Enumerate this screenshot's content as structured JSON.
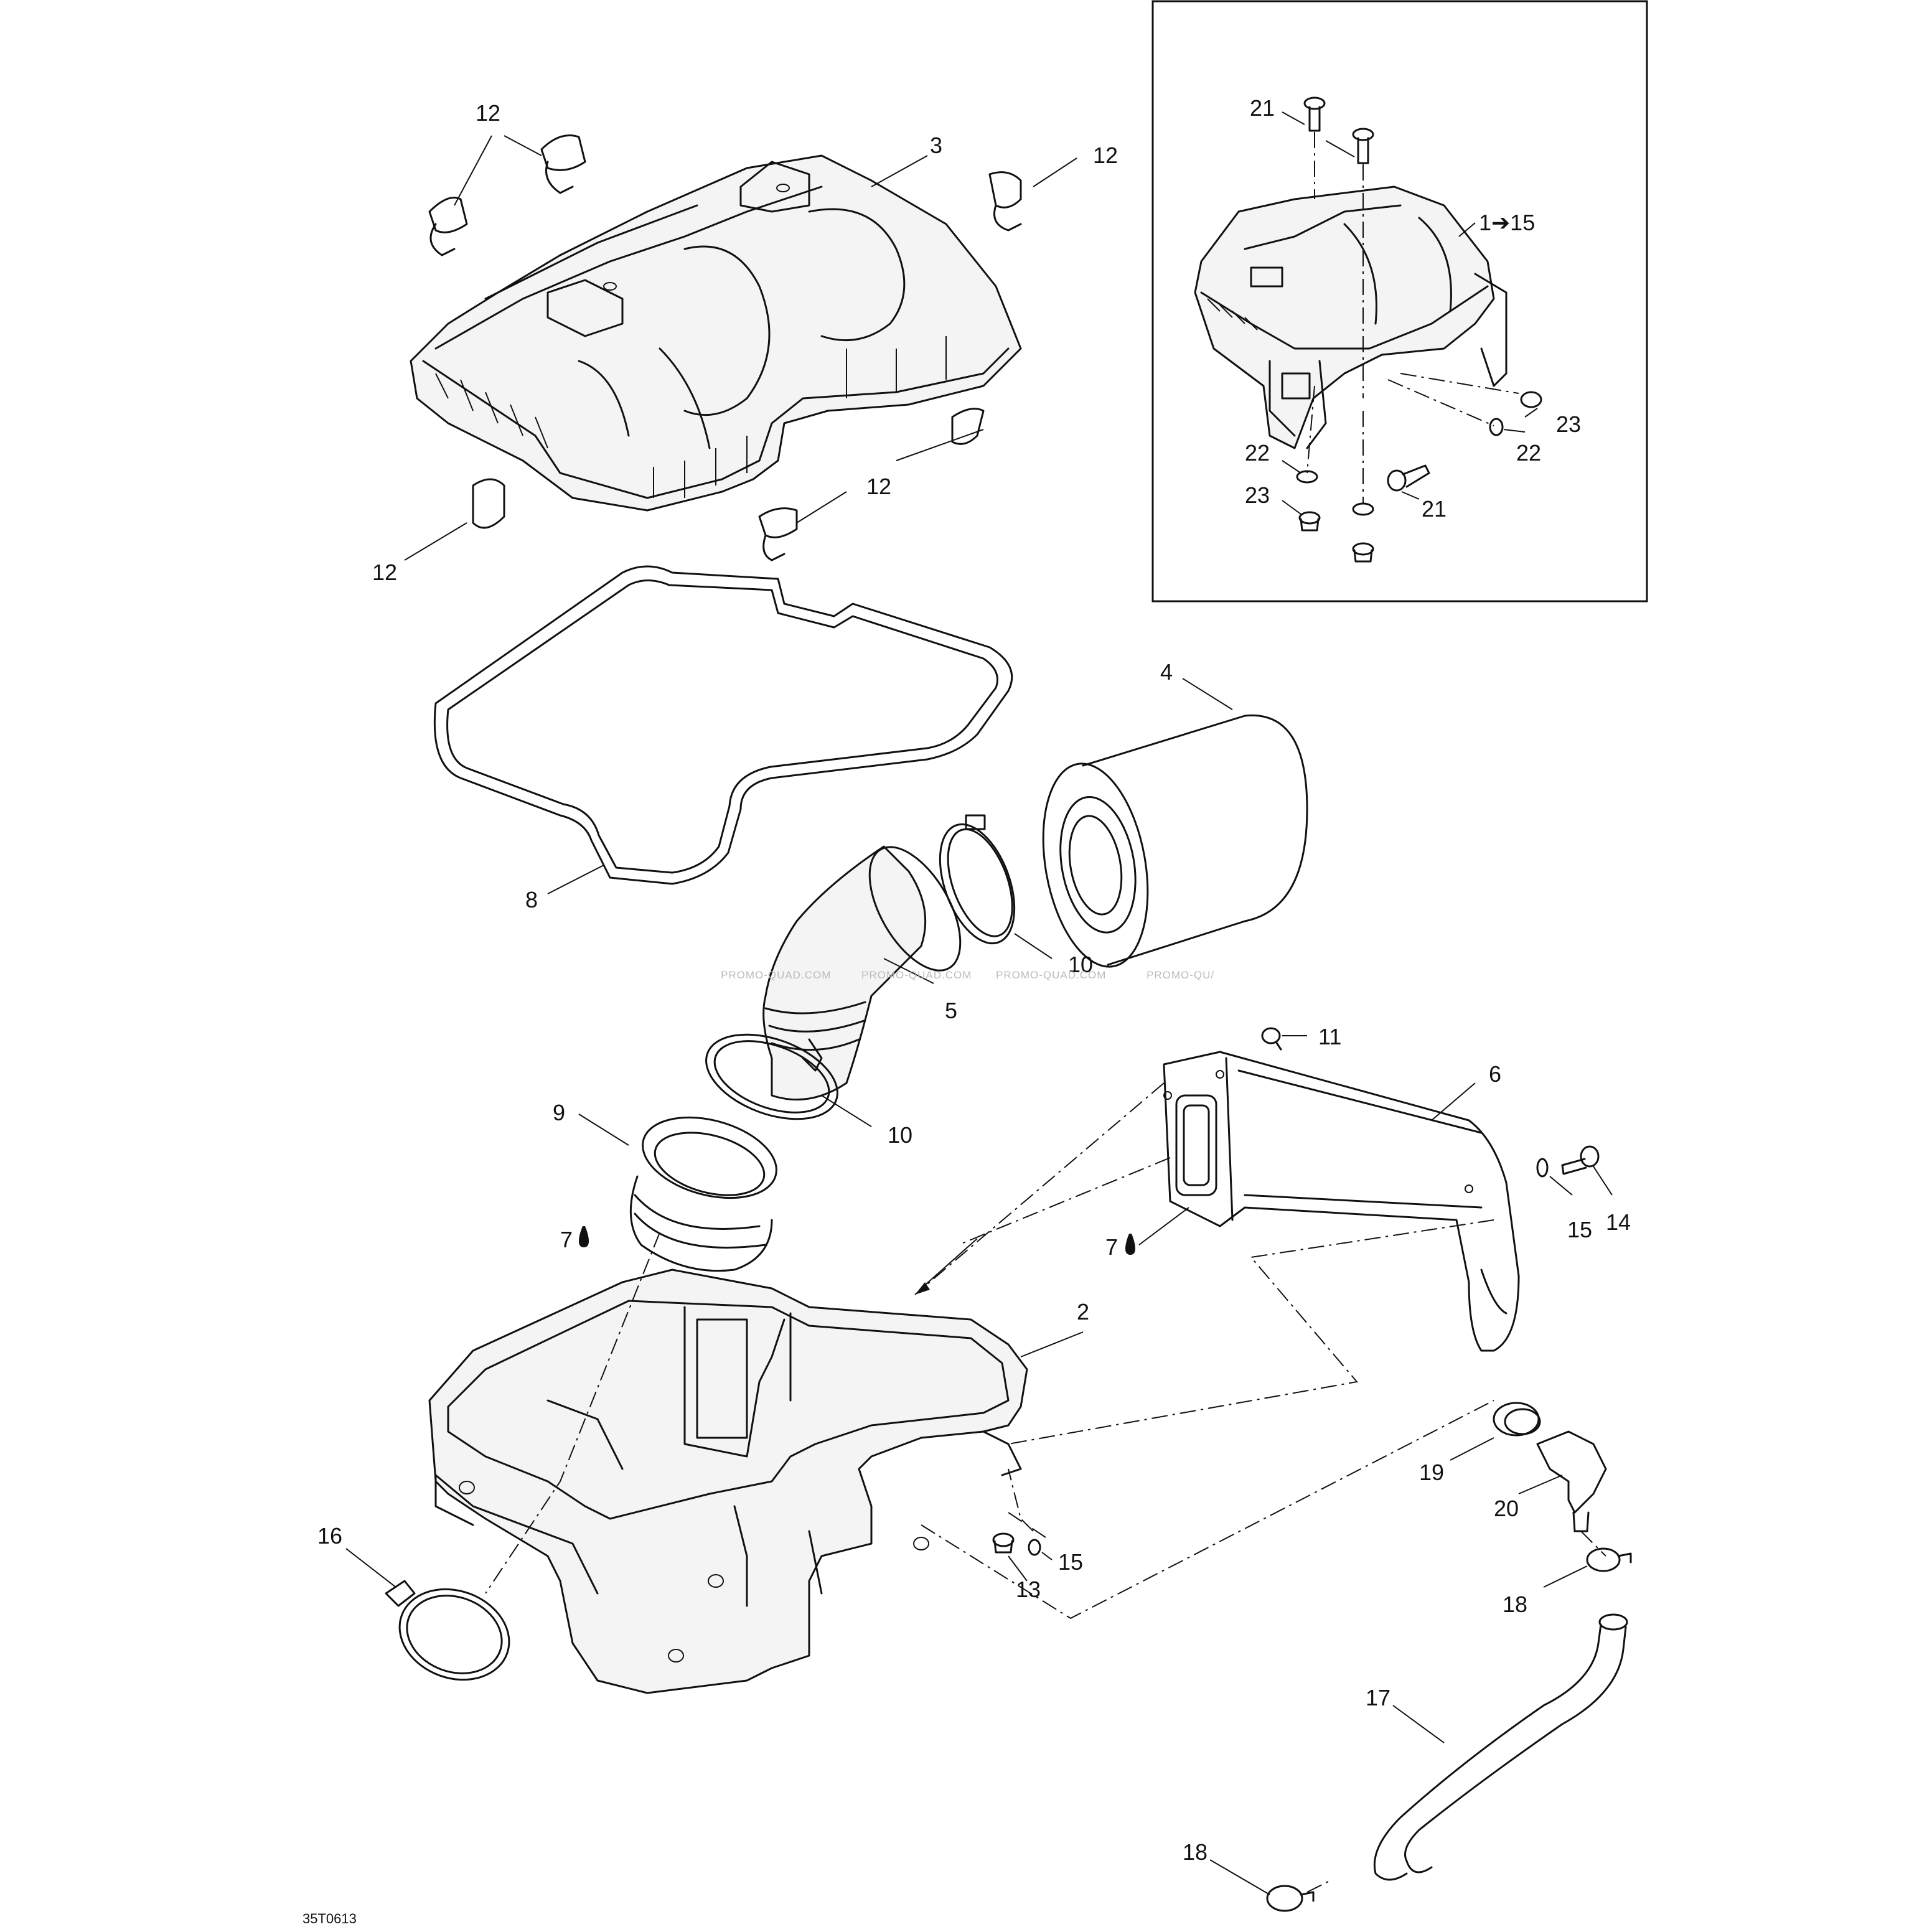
{
  "labels": {
    "p1to15": "1➔15",
    "p2": "2",
    "p3": "3",
    "p4": "4",
    "p5": "5",
    "p6": "6",
    "p7a": "7",
    "p7b": "7",
    "p8": "8",
    "p9": "9",
    "p10a": "10",
    "p10b": "10",
    "p11": "11",
    "p12a": "12",
    "p12b": "12",
    "p12c": "12",
    "p12d": "12",
    "p13": "13",
    "p14": "14",
    "p15a": "15",
    "p15b": "15",
    "p16": "16",
    "p17": "17",
    "p18a": "18",
    "p18b": "18",
    "p19": "19",
    "p20": "20",
    "p21a": "21",
    "p21b": "21",
    "p22a": "22",
    "p22b": "22",
    "p23a": "23",
    "p23b": "23"
  },
  "watermarks": [
    "PROMO-QUAD.COM",
    "PROMO-QUAD.COM",
    "PROMO-QUAD.COM",
    "PROMO-QU/"
  ],
  "drawing_number": "35T0613",
  "icons": {
    "glue_marker": "drop-icon",
    "arrow": "arrow-right-icon"
  }
}
